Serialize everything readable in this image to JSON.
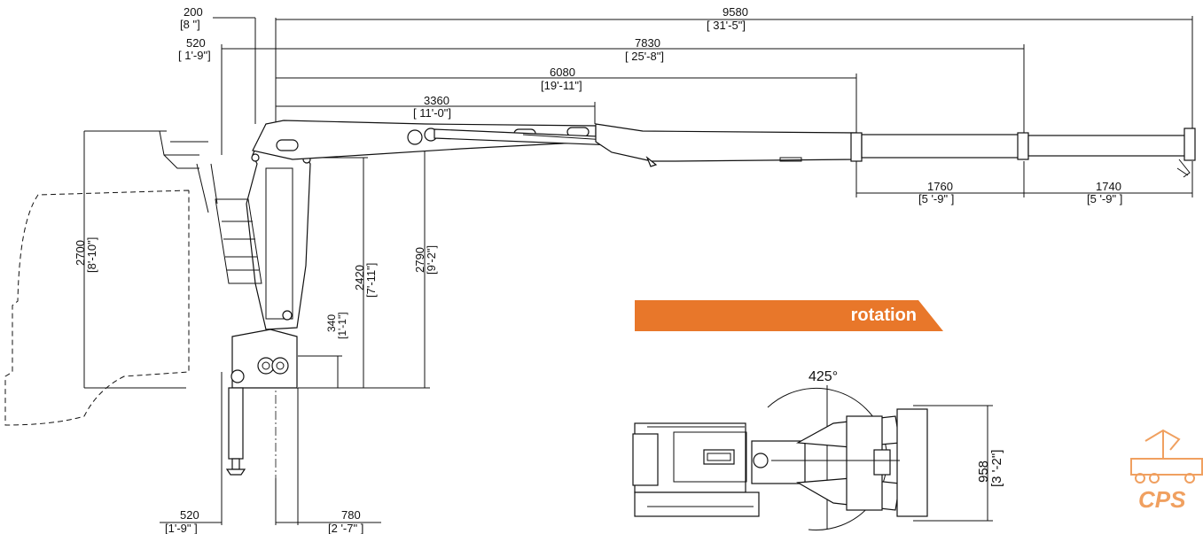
{
  "dimensions": {
    "top": [
      {
        "value": "200",
        "imperial": "[8 \"]"
      },
      {
        "value": "9580",
        "imperial": "[ 31'-5\"]"
      },
      {
        "value": "520",
        "imperial": "[ 1'-9\"]"
      },
      {
        "value": "7830",
        "imperial": "[ 25'-8\"]"
      },
      {
        "value": "6080",
        "imperial": "[19'-11\"]"
      },
      {
        "value": "3360",
        "imperial": "[ 11'-0\"]"
      }
    ],
    "extensions": [
      {
        "value": "1760",
        "imperial": "[5 '-9\" ]"
      },
      {
        "value": "1740",
        "imperial": "[5 '-9\" ]"
      }
    ],
    "vertical": [
      {
        "value": "2700",
        "imperial": "[8'-10\"]"
      },
      {
        "value": "2420",
        "imperial": "[7'-11\"]"
      },
      {
        "value": "2790",
        "imperial": "[9'-2\"]"
      },
      {
        "value": "340",
        "imperial": "[1'-1\"]"
      },
      {
        "value": "958",
        "imperial": "[3 '-2\"]"
      }
    ],
    "bottom": [
      {
        "value": "520",
        "imperial": "[1'-9\" ]"
      },
      {
        "value": "780",
        "imperial": "[2 '-7\" ]"
      }
    ]
  },
  "rotation": {
    "title": "rotation",
    "angle": "425°",
    "banner_color": "#E8772A"
  },
  "logo": {
    "text": "CPS",
    "color": "#F0A060"
  }
}
